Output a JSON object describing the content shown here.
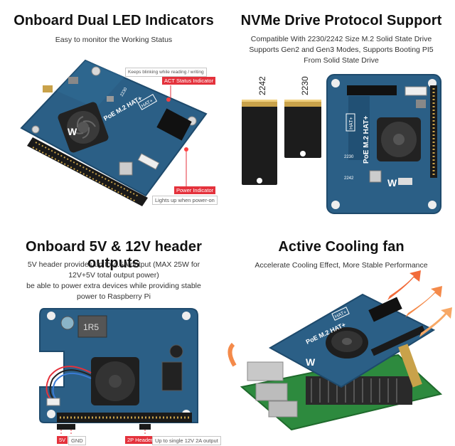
{
  "panel_led": {
    "title": "Onboard Dual LED Indicators",
    "subtitle": "Easy to monitor the Working Status",
    "note_top": "Keeps blinking while reading / writing",
    "act_label": "ACT Status Indicator",
    "power_label": "Power Indicator",
    "note_bottom": "Lights up when power-on",
    "board_text": "PoE M.2 HAT+",
    "hat_badge": "HAT+",
    "size_mark": "2230"
  },
  "panel_nvme": {
    "title": "NVMe Drive Protocol Support",
    "subtitle_lines": [
      "Compatible With 2230/2242 Size M.2 Solid State Drive",
      "Supports Gen2 and Gen3 Modes, Supports Booting PI5",
      "From Solid State Drive"
    ],
    "ssd_large_label": "2242",
    "ssd_small_label": "2230",
    "board_text": "PoE M.2 HAT+",
    "hat_badge": "HAT+",
    "mark_2230": "2230",
    "mark_2242": "2242"
  },
  "panel_header": {
    "title": "Onboard 5V & 12V header outputs",
    "subtitle_lines": [
      "5V header provides up to 4.5A output (MAX 25W for",
      "12V+5V total output power)",
      "be able to power extra devices while providing stable",
      "power to Raspberry Pi"
    ],
    "label_5v": "5V",
    "label_gnd": "GND",
    "label_2p": "2P Header",
    "label_12v": "Up to single 12V 2A output",
    "chip_text": "1R5"
  },
  "panel_fan": {
    "title": "Active Cooling fan",
    "subtitle": "Accelerate Cooling Effect, More Stable Performance",
    "board_text": "PoE M.2 HAT+",
    "hat_badge": "HAT+"
  },
  "colors": {
    "pcb_blue": "#2b5f86",
    "pcb_dark": "#1e4a6c",
    "accent_red": "#e4323c",
    "header_black": "#1a1a1a",
    "gold": "#c9a24a"
  }
}
